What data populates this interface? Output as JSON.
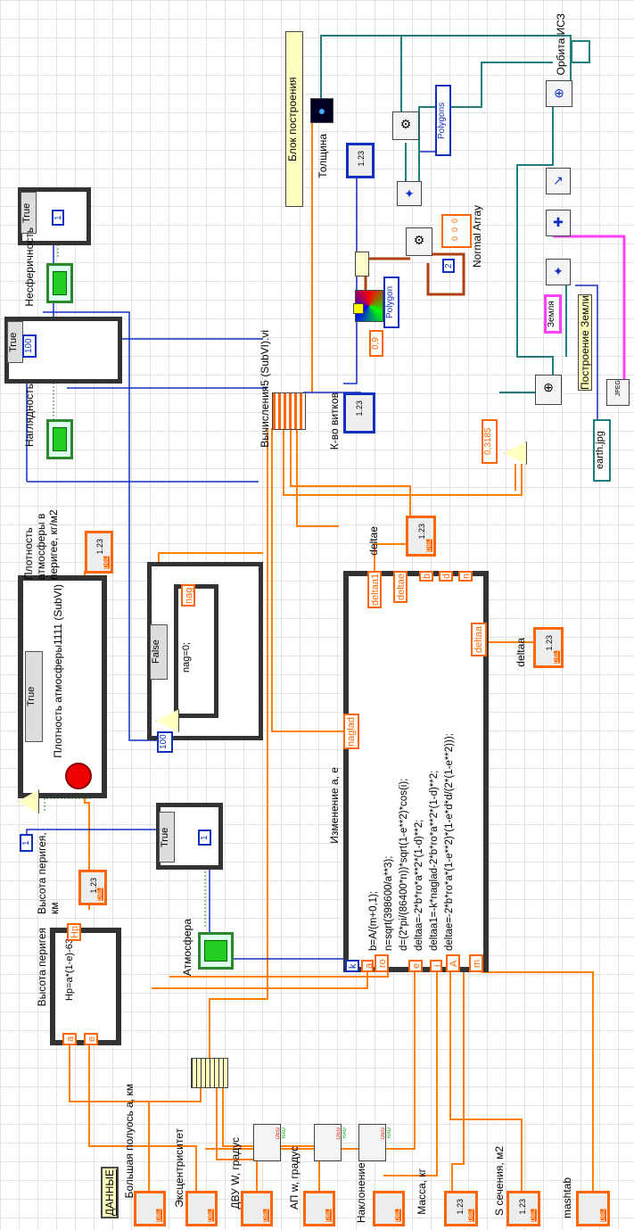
{
  "data_label": "ДАННЫЕ",
  "controls": [
    {
      "label": "Большая полуось а, км",
      "type": "slider"
    },
    {
      "label": "Эксцентриситет",
      "type": "slider"
    },
    {
      "label": "ДВУ W, градус",
      "type": "knob"
    },
    {
      "label": "АП w, градус",
      "type": "knob"
    },
    {
      "label": "Наклонение, градус",
      "type": "knob"
    },
    {
      "label": "Масса, кг",
      "type": "numeric"
    },
    {
      "label": "S сечения, м2",
      "type": "numeric"
    },
    {
      "label": "mashtab",
      "type": "slider"
    }
  ],
  "control_tag": "DBL",
  "numeric_display": "1.23",
  "units": {
    "deg": "DEG",
    "rad": "RAD"
  },
  "perigee_node": {
    "label": "Высота перигея",
    "formula": "Hp=a*(1-e)-63",
    "in_a": "a",
    "in_e": "e",
    "out": "Hp"
  },
  "perigee_indicator": {
    "label": "Высота перигея, км"
  },
  "atmosphere_bool": {
    "label": "Атмосфера"
  },
  "atm_case": {
    "selector": "True",
    "const": "1"
  },
  "density_case": {
    "selector": "True",
    "subvi": "Плотность атмосферы1111 (SubVI)",
    "eq_const": "1"
  },
  "density_indicator": {
    "label": "Плотность атмосферы в перигее, кг/м2"
  },
  "nag_case": {
    "selector": "False",
    "code": "nag=0;",
    "tunnel": "nag",
    "const": "100"
  },
  "formula_node": {
    "title": "Изменение a, e",
    "code": [
      "b=A/(m+0,1);",
      "n=sqrt(398600/a**3);",
      "d=(2*pi/(86400*n))*sqrt(1-e**2)*cos(i);",
      "deltaa=-2*b*ro*a**2*(1-d)**2;",
      "deltaa1=-k*naglad-2*b*ro*a**2*(1-d)**2;",
      "deltae=-2*b*ro*a*(1-e**2)*(1-e*d*d/(2*(1-e**2)));"
    ],
    "inputs": [
      "k",
      "a",
      "ro",
      "e",
      "i",
      "A",
      "m"
    ],
    "outputs": [
      "deltaa1",
      "deltae",
      "b",
      "d",
      "n",
      "deltaa"
    ],
    "naglad": "naglad"
  },
  "deltae_indicator": {
    "label": "deltae"
  },
  "deltaa_indicator": {
    "label": "deltaa"
  },
  "subvi": {
    "label": "Вычисления5 (SubVI).vi"
  },
  "turns_indicator": {
    "label": "К-во витков"
  },
  "naglyadnost": {
    "label": "Наглядность",
    "selector": "True",
    "const": "100"
  },
  "nesfer": {
    "label": "Несферичность",
    "selector": "True",
    "const": "1"
  },
  "build_block": {
    "label": "Блок построения"
  },
  "thickness": {
    "label": "Толщина"
  },
  "polygons_const": "Polygons",
  "polygon_const": "Polygon",
  "normal_array": {
    "label": "Normal Array",
    "values": [
      "0",
      "0",
      "0"
    ]
  },
  "const_2": "2",
  "const_09": "0,9",
  "const_scale": "0,3185",
  "orbit": {
    "label": "Орбита ИСЗ"
  },
  "earth_const": "Земля",
  "earth_build": {
    "label": "Построение Земли",
    "file": "earth.jpg",
    "icon": "JPEG"
  },
  "colors": {
    "wire_orange": "#ff7f00",
    "wire_blue": "#1030c0",
    "wire_green": "#2a8a2a",
    "wire_teal": "#1f7f7f",
    "wire_pink": "#ff40ff",
    "wire_brown": "#b04010"
  }
}
